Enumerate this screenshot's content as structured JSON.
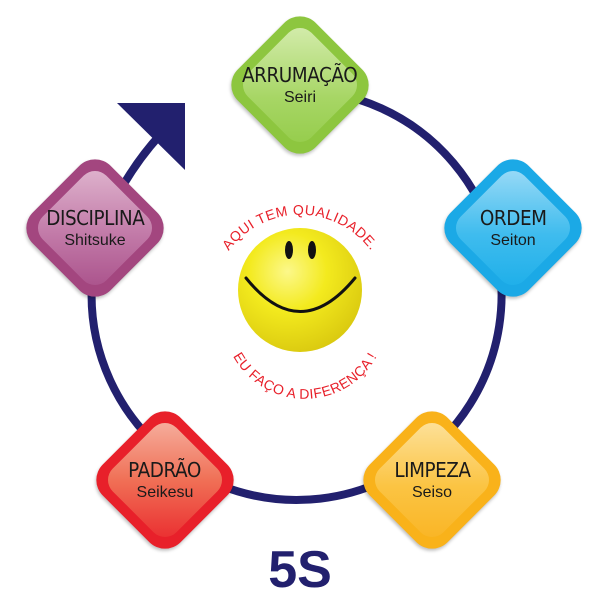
{
  "diagram": {
    "title": "5S",
    "center_text_top": "AQUI TEM QUALIDADE.",
    "center_text_bottom": "EU FAÇO A DIFERENÇA !",
    "nodes": [
      {
        "title": "ARRUMAÇÃO",
        "subtitle": "Seiri",
        "color": "#8dc63f"
      },
      {
        "title": "ORDEM",
        "subtitle": "Seiton",
        "color": "#1ba9e6"
      },
      {
        "title": "LIMPEZA",
        "subtitle": "Seiso",
        "color": "#f9b21a"
      },
      {
        "title": "PADRÃO",
        "subtitle": "Seikesu",
        "color": "#e8202a"
      },
      {
        "title": "DISCIPLINA",
        "subtitle": "Shitsuke",
        "color": "#a3467f"
      }
    ],
    "colors": {
      "ring": "#22206e",
      "text_red": "#e8202a",
      "smiley": "#f2ea1c"
    }
  }
}
